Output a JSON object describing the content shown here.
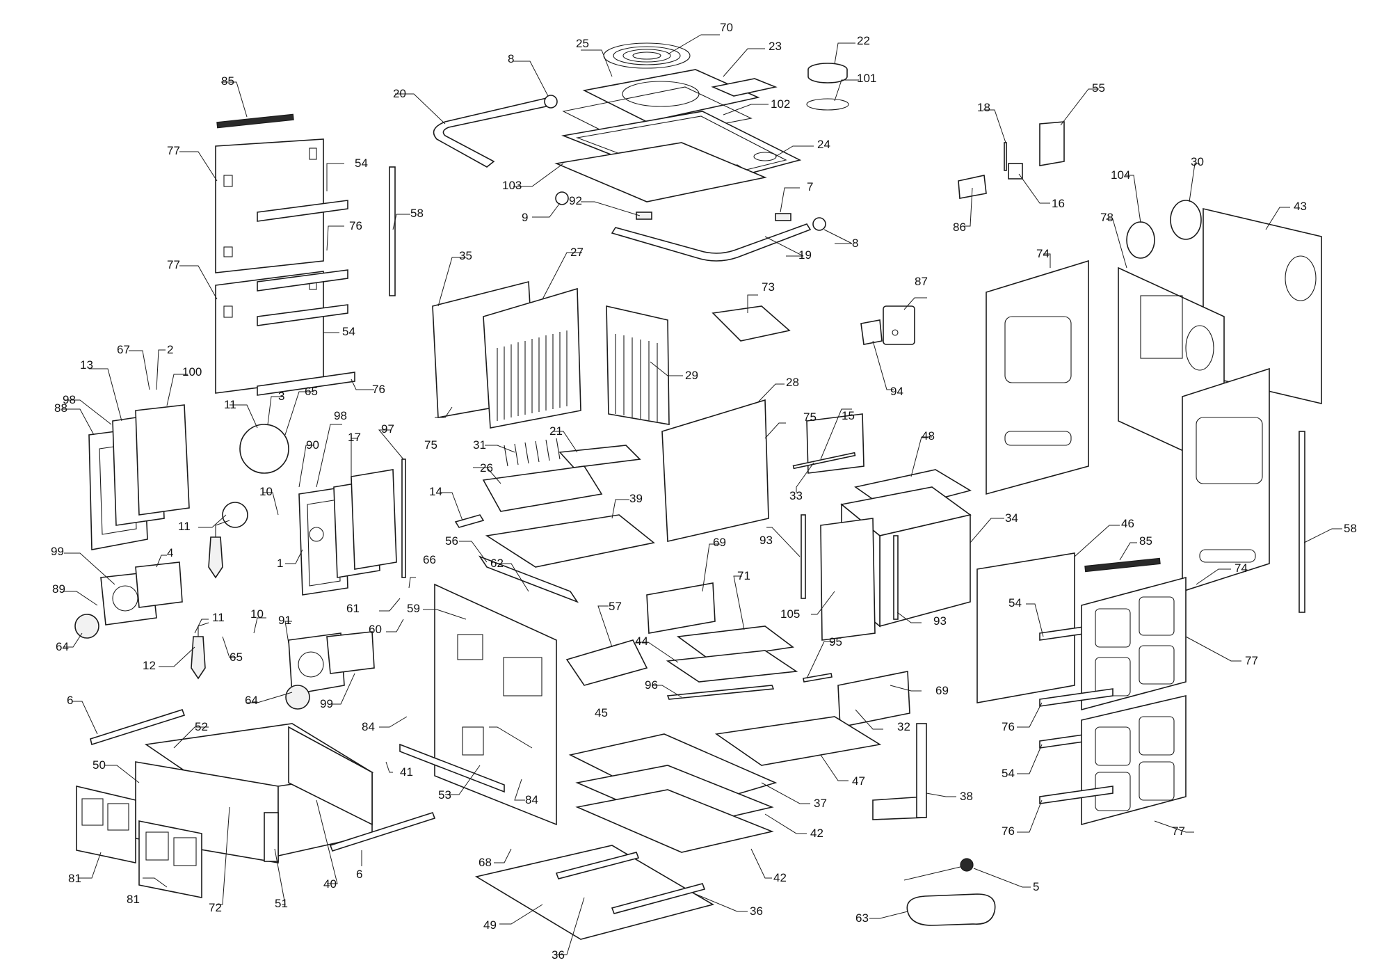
{
  "diagram": {
    "type": "exploded-parts-diagram",
    "subject": "wood-burning kitchen stove",
    "line_color": "#1a1a1a",
    "background_color": "#ffffff"
  },
  "callouts": {
    "c70": "70",
    "c25": "25",
    "c23": "23",
    "c22": "22",
    "c101": "101",
    "c8a": "8",
    "c20": "20",
    "c102": "102",
    "c24": "24",
    "c103": "103",
    "c9": "9",
    "c92": "92",
    "c7": "7",
    "c8b": "8",
    "c19": "19",
    "c85a": "85",
    "c77a": "77",
    "c54a": "54",
    "c77b": "77",
    "c76a": "76",
    "c54b": "54",
    "c76b": "76",
    "c58a": "58",
    "c67": "67",
    "c2": "2",
    "c13": "13",
    "c98a": "98",
    "c100": "100",
    "c88": "88",
    "c11a": "11",
    "c3": "3",
    "c65a": "65",
    "c11b": "11",
    "c10a": "10",
    "c98b": "98",
    "c90": "90",
    "c17": "17",
    "c97": "97",
    "c1": "1",
    "c99a": "99",
    "c4": "4",
    "c89": "89",
    "c64a": "64",
    "c11c": "11",
    "c12": "12",
    "c65b": "65",
    "c10b": "10",
    "c91": "91",
    "c99b": "99",
    "c64b": "64",
    "c6a": "6",
    "c52": "52",
    "c50": "50",
    "c81a": "81",
    "c81b": "81",
    "c72": "72",
    "c51": "51",
    "c40": "40",
    "c6b": "6",
    "c41": "41",
    "c53": "53",
    "c84a": "84",
    "c84b": "84",
    "c35": "35",
    "c27": "27",
    "c29": "29",
    "c75a": "75",
    "c31": "31",
    "c21": "21",
    "c26": "26",
    "c39": "39",
    "c14": "14",
    "c56": "56",
    "c62": "62",
    "c57": "57",
    "c59": "59",
    "c66": "66",
    "c61": "61",
    "c60": "60",
    "c45": "45",
    "c68": "68",
    "c49": "49",
    "c36a": "36",
    "c36b": "36",
    "c73": "73",
    "c28": "28",
    "c75b": "75",
    "c15": "15",
    "c33": "33",
    "c87": "87",
    "c94": "94",
    "c48": "48",
    "c34": "34",
    "c93a": "93",
    "c105": "105",
    "c93b": "93",
    "c69a": "69",
    "c71": "71",
    "c44": "44",
    "c95": "95",
    "c96": "96",
    "c69b": "69",
    "c32": "32",
    "c47": "47",
    "c37": "37",
    "c42a": "42",
    "c42b": "42",
    "c38": "38",
    "c18": "18",
    "c55": "55",
    "c16": "16",
    "c86": "86",
    "c104": "104",
    "c30": "30",
    "c78": "78",
    "c43": "43",
    "c74a": "74",
    "c74b": "74",
    "c46": "46",
    "c85b": "85",
    "c58b": "58",
    "c54c": "54",
    "c77c": "77",
    "c76c": "76",
    "c54d": "54",
    "c76d": "76",
    "c77d": "77",
    "c5": "5",
    "c63": "63"
  }
}
